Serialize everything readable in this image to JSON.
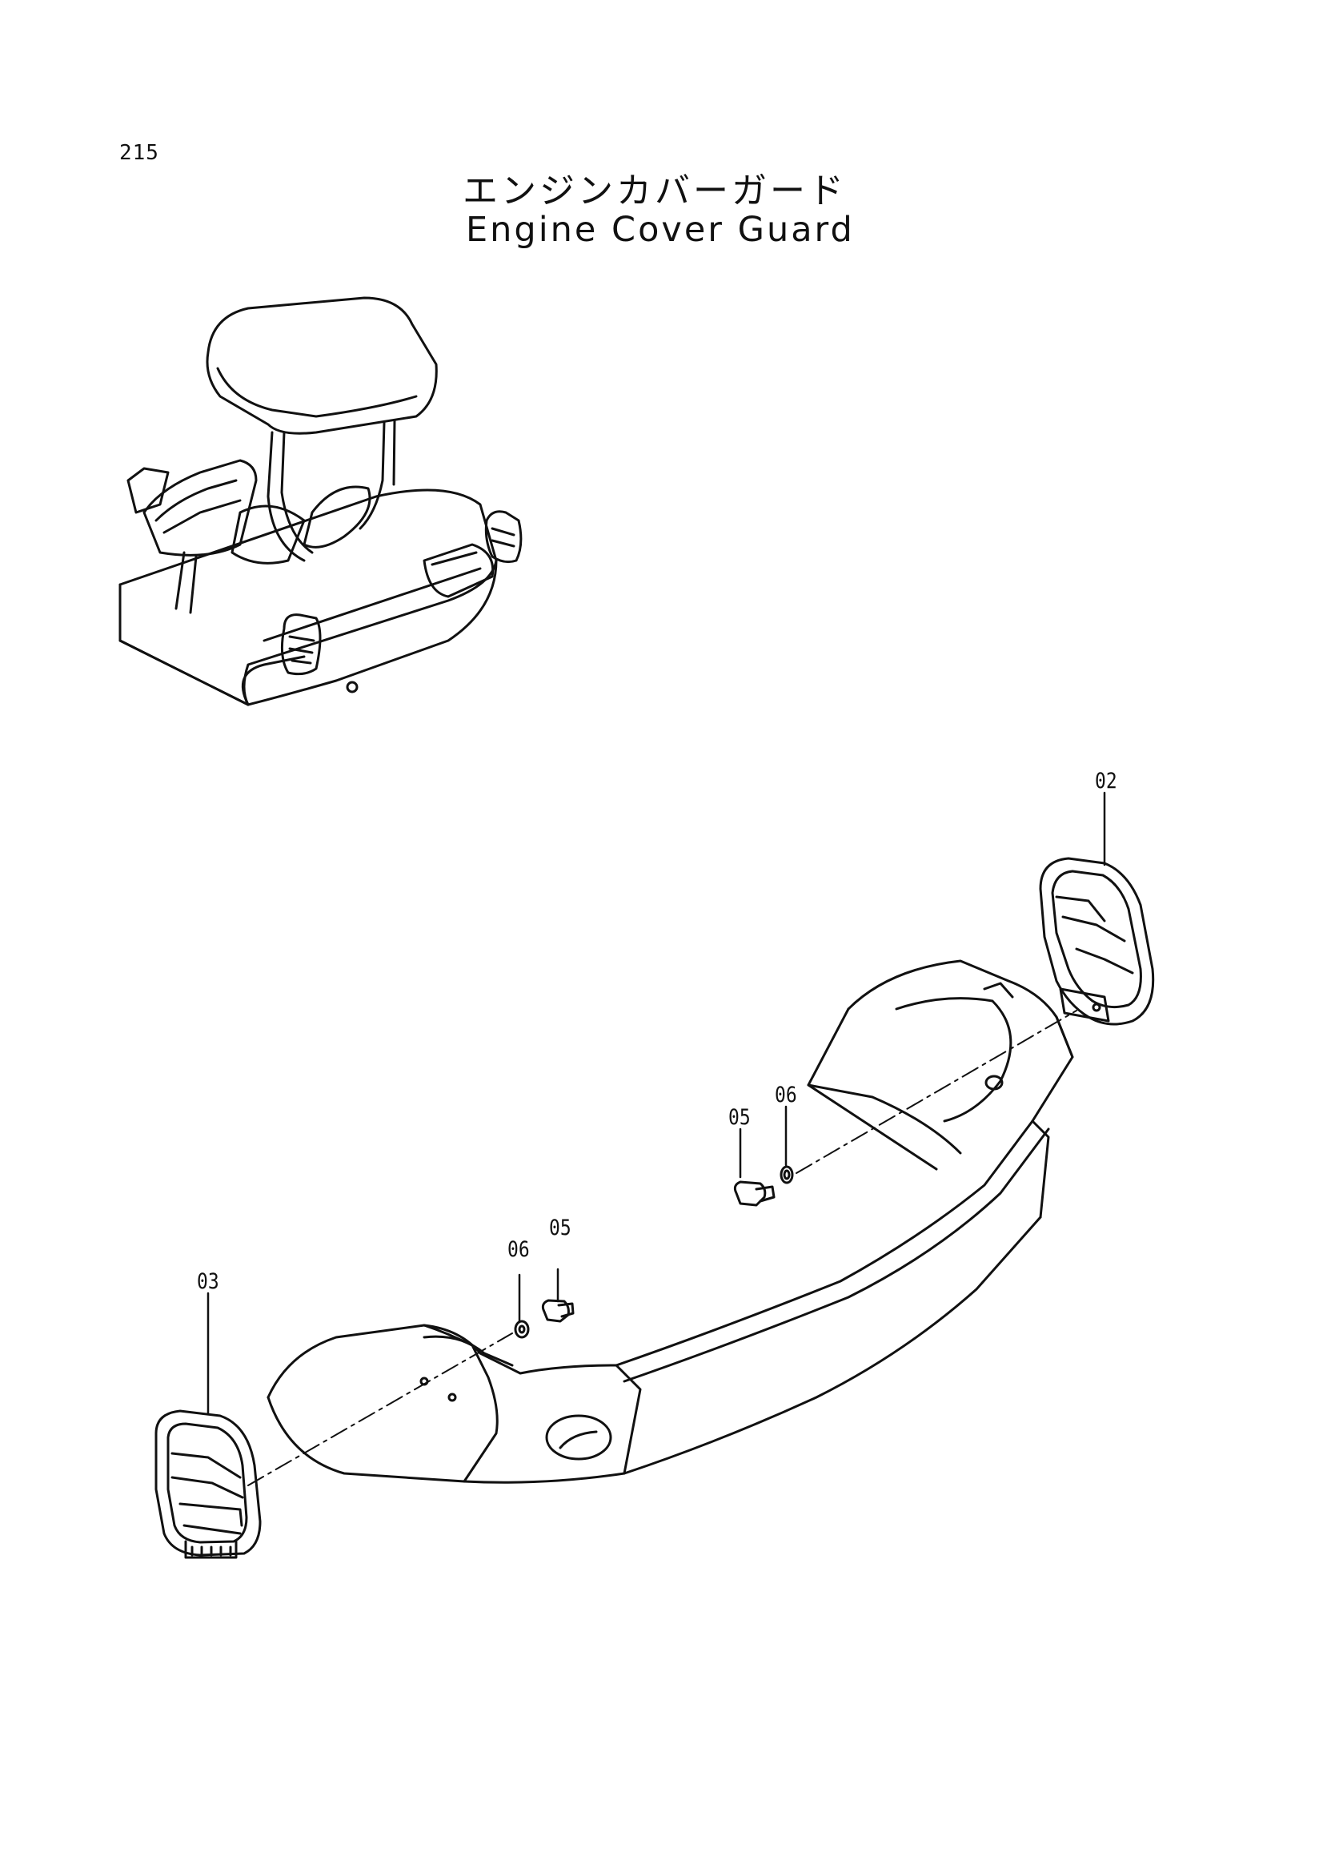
{
  "page_number": "215",
  "title_jp": "エンジンカバーガード",
  "title_en": "Engine Cover Guard",
  "callouts": {
    "p02": "02",
    "p03": "03",
    "p05_right": "05",
    "p06_right": "06",
    "p05_left": "05",
    "p06_left": "06"
  },
  "colors": {
    "line": "#111111",
    "paper": "#ffffff"
  }
}
